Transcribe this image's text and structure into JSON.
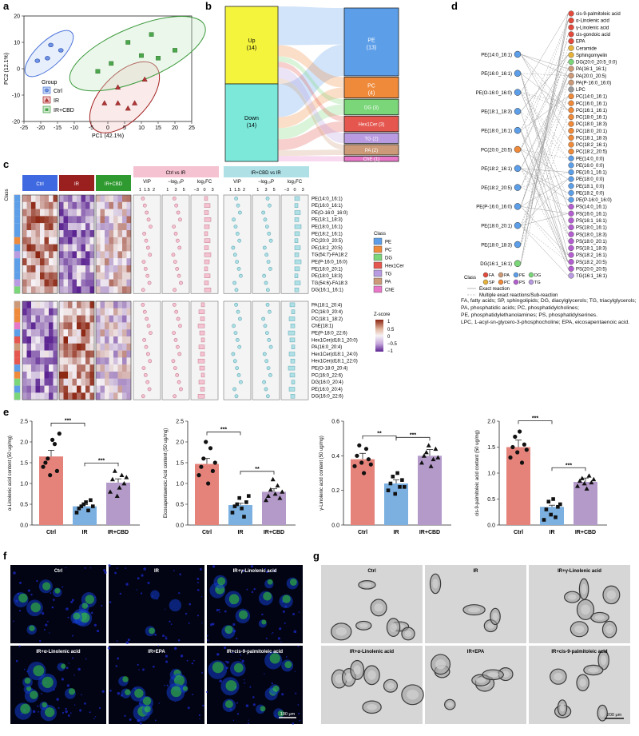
{
  "panel_labels": {
    "a": "a",
    "b": "b",
    "c": "c",
    "d": "d",
    "e": "e",
    "f": "f",
    "g": "g"
  },
  "colors": {
    "ctrl": "#4a73d9",
    "ir": "#a32020",
    "cbd": "#3c9a3c",
    "bar_ctrl": "#e5827a",
    "bar_ir": "#7bb0e0",
    "bar_cbd": "#b49ac9",
    "PE": "#5c9ee8",
    "PC": "#ef8a3a",
    "DG": "#7bd67a",
    "Hex1Cer": "#e4564e",
    "TG": "#b89be0",
    "PA": "#cc9a78",
    "ChE": "#e877c8",
    "FA": "#e34a3c",
    "SP": "#e8b23a",
    "PS": "#b45fd0",
    "LPC": "#9a9a9a"
  },
  "panel_a": {
    "legend_title": "Group",
    "legend": [
      "Ctrl",
      "IR",
      "IR+CBD"
    ],
    "xlabel": "PC1 (42.1%)",
    "ylabel": "PC2 (12.1%)",
    "xticks": [
      "-25",
      "-20",
      "-15",
      "-10",
      "-5",
      "0",
      "5",
      "10",
      "15",
      "20",
      "25"
    ],
    "yticks": [
      "-20",
      "-10",
      "0",
      "10",
      "20"
    ],
    "ctrl": [
      [
        -18,
        4
      ],
      [
        -14,
        7
      ],
      [
        -21,
        3
      ],
      [
        -17,
        9
      ]
    ],
    "ir": [
      [
        3,
        -7
      ],
      [
        8,
        -13
      ],
      [
        3,
        -13
      ],
      [
        6,
        -15
      ],
      [
        11,
        -4
      ],
      [
        -1,
        -13
      ]
    ],
    "cbd": [
      [
        1,
        2
      ],
      [
        10,
        5
      ],
      [
        13,
        13
      ],
      [
        6,
        10
      ],
      [
        15,
        4
      ],
      [
        -3,
        -1
      ],
      [
        20,
        7
      ]
    ]
  },
  "panel_b": {
    "left": [
      {
        "label": "Up",
        "count": "(14)"
      },
      {
        "label": "Down",
        "count": "(14)"
      }
    ],
    "right": [
      {
        "label": "PE",
        "count": "(13)",
        "key": "PE"
      },
      {
        "label": "PC",
        "count": "(4)",
        "key": "PC"
      },
      {
        "label": "DG",
        "count": "(3)",
        "key": "DG"
      },
      {
        "label": "Hex1Cer",
        "count": "(3)",
        "key": "Hex1Cer"
      },
      {
        "label": "TG",
        "count": "(2)",
        "key": "TG"
      },
      {
        "label": "PA",
        "count": "(2)",
        "key": "PA"
      },
      {
        "label": "ChE",
        "count": "(1)",
        "key": "ChE"
      }
    ]
  },
  "panel_c": {
    "class_label": "Class",
    "groups": [
      "Ctrl",
      "IR",
      "IR+CBD"
    ],
    "comparisons": [
      "Ctrl vs IR",
      "IR+CBD vs IR"
    ],
    "subcols": [
      "VIP",
      "−log₁₀P",
      "log₂FC"
    ],
    "vip_ticks": [
      "1",
      "1.5",
      "2"
    ],
    "p_ticks": [
      "1",
      "3",
      "5"
    ],
    "fc_ticks": [
      "−3",
      "0",
      "3"
    ],
    "upper_rows": [
      "PE(14:0_16:1)",
      "PE(16:0_16:1)",
      "PE(O-16:0_16:0)",
      "PE(18:1_18:3)",
      "PE(18:0_16:1)",
      "PE(18:2_16:1)",
      "PC(20:0_20:5)",
      "PE(18:2_20:5)",
      "TG(54:7)-FA18:2",
      "PE(P-16:0_16:0)",
      "PE(18:0_20:1)",
      "PE(18:0_18:3)",
      "TG(54:6)-FA18:3",
      "DG(16:1_16:1)"
    ],
    "lower_rows": [
      "PA(18:1_20:4)",
      "PC(16:0_20:4)",
      "PC(18:1_18:2)",
      "ChE(18:1)",
      "PE(P-18:0_22:6)",
      "Hex1Cer(d18:1_20:0)",
      "PA(16:0_20:4)",
      "Hex1Cer(d18:1_24:0)",
      "Hex1Cer(d18:1_22:0)",
      "PE(O-18:0_20:4)",
      "PC(16:0_22:6)",
      "DG(16:0_20:4)",
      "PE(16:0_20:4)",
      "DG(16:0_22:6)"
    ],
    "class_legend_title": "Class",
    "class_legend": [
      "PE",
      "PC",
      "DG",
      "Hex1Cer",
      "TG",
      "PA",
      "ChE"
    ],
    "zscore_title": "Z-score",
    "zscore_ticks": [
      "1",
      "0.5",
      "0",
      "−0.5",
      "−1"
    ]
  },
  "panel_d": {
    "left_nodes": [
      "PE(14:0_16:1)",
      "PE(16:0_16:1)",
      "PE(O-16:0_16:0)",
      "PE(18:1_18:3)",
      "PE(18:0_16:1)",
      "PC(20:0_20:5)",
      "PE(18:2_16:1)",
      "PE(18:2_20:5)",
      "PE(P-16:0_16:0)",
      "PE(18:0_20:1)",
      "PE(18:0_18:3)",
      "DG(16:1_16:1)"
    ],
    "right_nodes": [
      "cis-9-palmitoleic acid",
      "α-Linolenic acid",
      "γ-Linolenic acid",
      "cis-gondoic acid",
      "EPA",
      "Ceramide",
      "Sphingomyelin",
      "DG(20:0_20:5_0:0)",
      "PA(16:1_16:1)",
      "PA(20:0_20:5)",
      "PA(P-16:0_16:0)",
      "LPC",
      "PC(14:0_16:1)",
      "PC(16:0_16:1)",
      "PC(16:1_16:1)",
      "PC(18:0_16:1)",
      "PC(18:0_18:3)",
      "PC(18:0_20:1)",
      "PC(18:1_18:3)",
      "PC(18:2_16:1)",
      "PC(18:2_20:5)",
      "PE(14:0_0:0)",
      "PE(16:0_0:0)",
      "PE(16:1_16:1)",
      "PE(18:0_0:0)",
      "PE(18:1_0:0)",
      "PE(18:2_0:0)",
      "PE(P-16:0_16:0)",
      "PS(14:0_16:1)",
      "PS(16:0_16:1)",
      "PS(16:1_16:1)",
      "PS(18:0_16:1)",
      "PS(18:0_18:3)",
      "PS(18:0_20:1)",
      "PS(18:1_18:3)",
      "PS(18:2_16:1)",
      "PS(18:2_20:5)",
      "PS(20:0_20:5)",
      "TG(16:1_16:1)"
    ],
    "legend_title": "Class",
    "legend": [
      "FA",
      "PA",
      "PE",
      "DG",
      "SP",
      "PC",
      "PS",
      "TG"
    ],
    "edge_legend": [
      "Exact reaction",
      "Multiple exact reactions/Sub-reaction"
    ],
    "abbreviations": [
      "FA, fatty acids; SP, sphingolipids; DG, diacylglycerols; TG, triacylglycerols;",
      "PA, phosphatidic acids; PC, phosphatidylcholines;",
      "PE, phosphatidylethanolamines; PS, phosphatidylserines.",
      "LPC, 1-acyl-sn-glycero-3-phosphocholine; EPA, eicosapentaenoic acid."
    ]
  },
  "panel_e": {
    "categories": [
      "Ctrl",
      "IR",
      "IR+CBD"
    ],
    "charts": [
      {
        "ylabel": "α-Linolenic acid content (50 ug/mg)",
        "ylim": [
          0,
          2.5
        ],
        "yticks": [
          "0.0",
          "0.5",
          "1.0",
          "1.5",
          "2.0",
          "2.5"
        ],
        "means": [
          1.65,
          0.45,
          1.02
        ],
        "sig": [
          "***",
          "***"
        ],
        "markers": [
          "circle",
          "square",
          "triangle"
        ],
        "points": [
          [
            1.4,
            1.5,
            1.6,
            1.2,
            2.05,
            1.95,
            1.3,
            2.2
          ],
          [
            0.3,
            0.4,
            0.45,
            0.5,
            0.55,
            0.35,
            0.6,
            0.45
          ],
          [
            0.8,
            1.1,
            1.3,
            0.7,
            0.9,
            1.2,
            1.0,
            1.15
          ]
        ]
      },
      {
        "ylabel": "Eicosapentaenoic Acid content (50 ug/mg)",
        "ylim": [
          0,
          2.5
        ],
        "yticks": [
          "0.0",
          "0.5",
          "1.0",
          "1.5",
          "2.0",
          "2.5"
        ],
        "means": [
          1.47,
          0.48,
          0.8
        ],
        "sig": [
          "***",
          "**"
        ],
        "markers": [
          "circle",
          "square",
          "triangle"
        ],
        "points": [
          [
            1.2,
            1.4,
            1.6,
            2.0,
            1.0,
            1.85,
            1.3,
            1.5
          ],
          [
            0.3,
            0.45,
            0.5,
            0.65,
            0.4,
            0.2,
            0.55,
            0.7
          ],
          [
            0.6,
            0.7,
            0.85,
            1.1,
            0.75,
            0.95,
            0.65,
            0.8
          ]
        ]
      },
      {
        "ylabel": "γ-Linolenic acid content (50 ug/mg)",
        "ylim": [
          0,
          0.6
        ],
        "yticks": [
          "0.0",
          "0.2",
          "0.4",
          "0.6"
        ],
        "means": [
          0.38,
          0.24,
          0.4
        ],
        "sig": [
          "**",
          "***"
        ],
        "markers": [
          "circle",
          "square",
          "triangle"
        ],
        "points": [
          [
            0.34,
            0.4,
            0.46,
            0.36,
            0.3,
            0.44,
            0.38,
            0.35
          ],
          [
            0.2,
            0.24,
            0.28,
            0.18,
            0.3,
            0.22,
            0.26,
            0.22
          ],
          [
            0.36,
            0.4,
            0.42,
            0.46,
            0.34,
            0.38,
            0.44,
            0.39
          ]
        ]
      },
      {
        "ylabel": "cis-9-palmitoleic acid content (50 ug/mg)",
        "ylim": [
          0,
          2.0
        ],
        "yticks": [
          "0.0",
          "0.5",
          "1.0",
          "1.5",
          "2.0"
        ],
        "means": [
          1.5,
          0.35,
          0.83
        ],
        "sig": [
          "***",
          "***"
        ],
        "markers": [
          "circle",
          "square",
          "triangle"
        ],
        "points": [
          [
            1.3,
            1.5,
            1.7,
            1.4,
            1.8,
            1.2,
            1.55,
            1.45
          ],
          [
            0.1,
            0.3,
            0.45,
            0.2,
            0.5,
            0.15,
            0.35,
            0.4
          ],
          [
            0.75,
            0.85,
            0.9,
            0.8,
            0.7,
            0.95,
            0.82,
            0.88
          ]
        ]
      }
    ]
  },
  "panel_f": {
    "titles": [
      "Ctrl",
      "IR",
      "IR+γ-Linolenic acid",
      "IR+α-Linolenic acid",
      "IR+EPA",
      "IR+cis-9-palmitoleic acid"
    ],
    "scalebar": "100 μm"
  },
  "panel_g": {
    "titles": [
      "Ctrl",
      "IR",
      "IR+γ-Linolenic acid",
      "IR+α-Linolenic acid",
      "IR+EPA",
      "IR+cis-9-palmitoleic acid"
    ],
    "scalebar": "200 μm"
  }
}
